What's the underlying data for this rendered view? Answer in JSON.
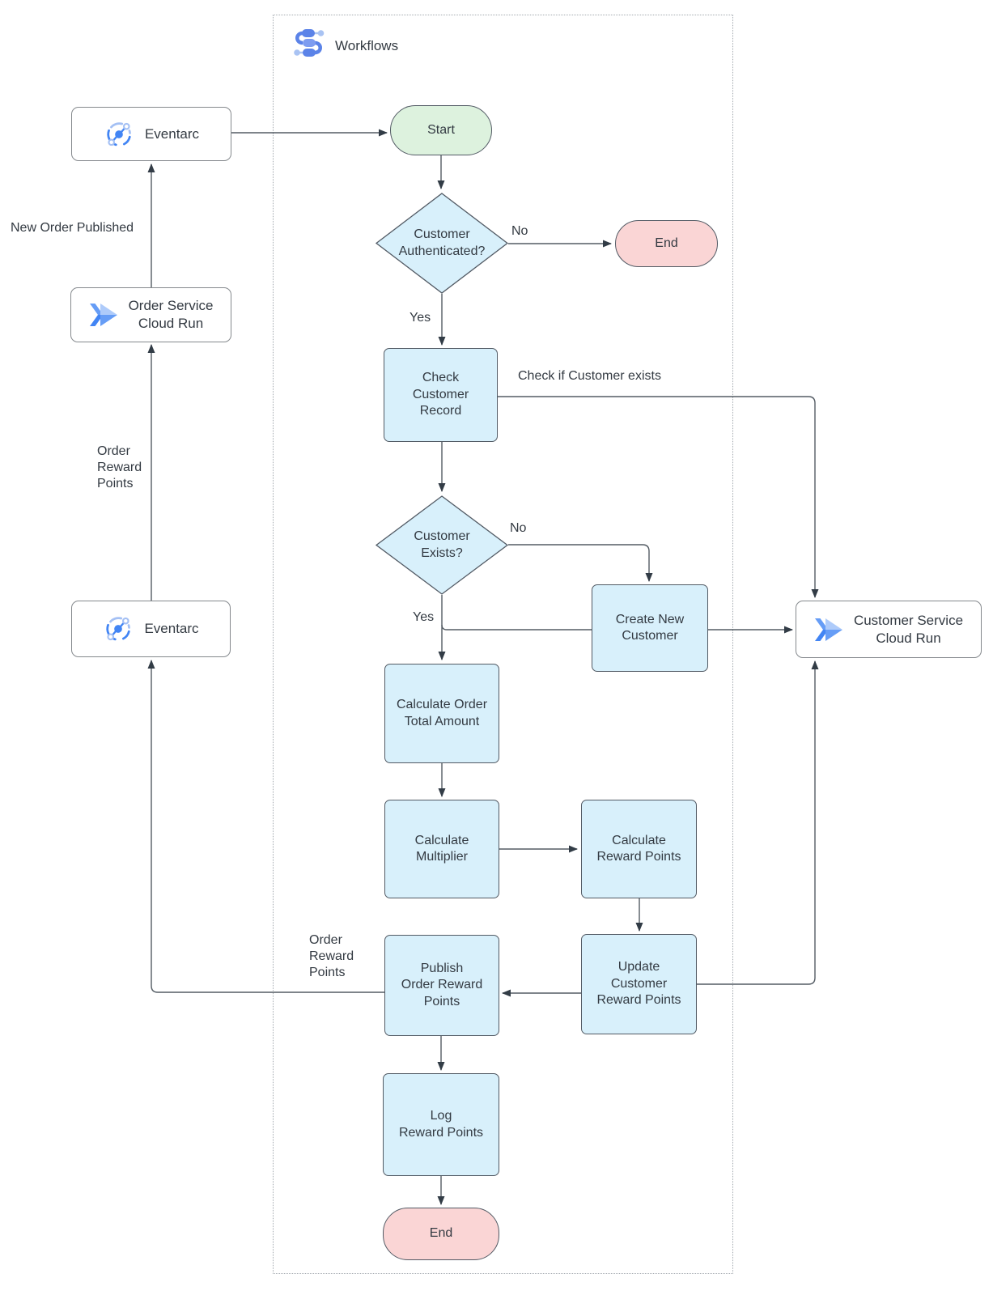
{
  "title": "Workflows",
  "services": {
    "eventarc_top": "Eventarc",
    "order_service": "Order Service\nCloud Run",
    "eventarc_bottom": "Eventarc",
    "customer_service": "Customer Service\nCloud Run"
  },
  "workflow": {
    "start": "Start",
    "auth_decision": "Customer\nAuthenticated?",
    "auth_end": "End",
    "check_record": "Check\nCustomer\nRecord",
    "exists_decision": "Customer\nExists?",
    "create_customer": "Create New\nCustomer",
    "calc_total": "Calculate Order\nTotal Amount",
    "calc_multiplier": "Calculate\nMultiplier",
    "calc_reward": "Calculate\nReward Points",
    "update_reward": "Update\nCustomer\nReward Points",
    "publish_points": "Publish\nOrder Reward\nPoints",
    "log_points": "Log\nReward Points",
    "end": "End"
  },
  "edge_labels": {
    "auth_no": "No",
    "auth_yes": "Yes",
    "check_exists": "Check if Customer exists",
    "exists_no": "No",
    "exists_yes": "Yes",
    "new_order": "New Order Published",
    "order_reward_left": "Order\nReward\nPoints",
    "order_reward_publish": "Order\nReward\nPoints"
  },
  "colors": {
    "process_fill": "#d8f0fb",
    "shape_stroke": "#525a64",
    "start_fill": "#ddf2de",
    "end_fill": "#fad5d5",
    "service_border": "#85898d",
    "line": "#545c64",
    "arrow": "#323c46",
    "text": "#333a42",
    "icon_blue": "#4285f4",
    "icon_blue_mid": "#669df6",
    "icon_blue_light": "#aecbfa",
    "workflows_blue": "#5b83e8",
    "workflows_blue_light": "#a9c3f3"
  }
}
